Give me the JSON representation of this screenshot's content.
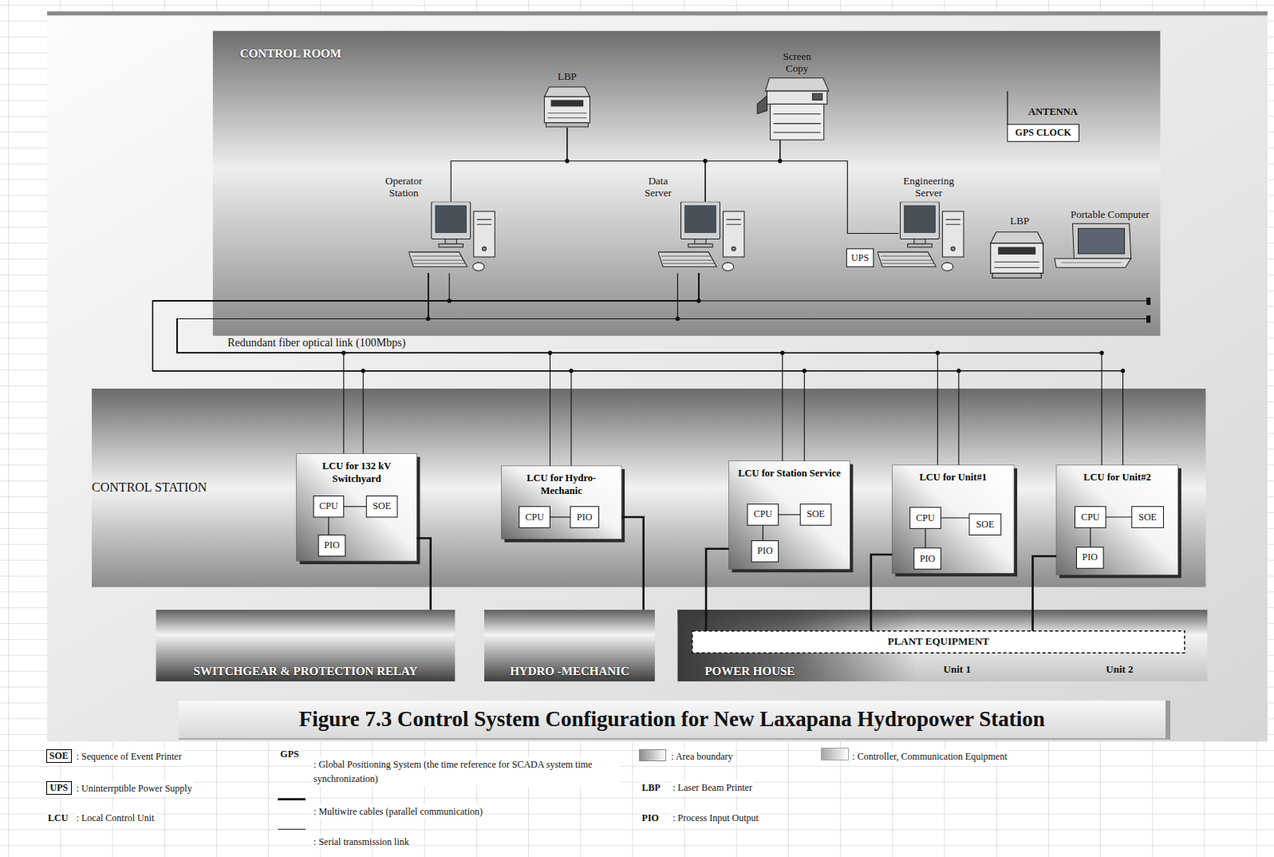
{
  "diagram": {
    "caption": "Figure 7.3 Control System Configuration for New Laxapana Hydropower Station",
    "nodes": [
      {
        "text": [
          "CONTROL ROOM"
        ]
      },
      {
        "text": [
          "LBP"
        ],
        "in": 0
      },
      {
        "text": [
          "Screen Copy"
        ],
        "in": 0
      },
      {
        "text": [
          "ANTENNA",
          "GPS CLOCK"
        ],
        "in": 0
      },
      {
        "text": [
          "Operator Station"
        ],
        "in": 0
      },
      {
        "text": [
          "Data Server"
        ],
        "in": 0
      },
      {
        "text": [
          "Engineering Server"
        ],
        "in": 0
      },
      {
        "text": [
          "UPS"
        ],
        "in": 0
      },
      {
        "text": [
          "LBP"
        ],
        "in": 0
      },
      {
        "text": [
          "Portable Computer"
        ],
        "in": 0
      },
      {
        "text": [
          "CONTROL STATION"
        ]
      },
      {
        "text": [
          "LCU for 132 kV Switchyard"
        ],
        "in": 10
      },
      {
        "text": [
          "CPU"
        ],
        "in": 11
      },
      {
        "text": [
          "SOE"
        ],
        "in": 11
      },
      {
        "text": [
          "PIO"
        ],
        "in": 11
      },
      {
        "text": [
          "LCU for Hydro-Mechanic"
        ],
        "in": 10
      },
      {
        "text": [
          "CPU"
        ],
        "in": 15
      },
      {
        "text": [
          "PIO"
        ],
        "in": 15
      },
      {
        "text": [
          "LCU for Station Service"
        ],
        "in": 10
      },
      {
        "text": [
          "CPU"
        ],
        "in": 18
      },
      {
        "text": [
          "SOE"
        ],
        "in": 18
      },
      {
        "text": [
          "PIO"
        ],
        "in": 18
      },
      {
        "text": [
          "LCU for Unit#1"
        ],
        "in": 10
      },
      {
        "text": [
          "CPU"
        ],
        "in": 22
      },
      {
        "text": [
          "SOE"
        ],
        "in": 22
      },
      {
        "text": [
          "PIO"
        ],
        "in": 22
      },
      {
        "text": [
          "LCU for Unit#2"
        ],
        "in": 10
      },
      {
        "text": [
          "CPU"
        ],
        "in": 26
      },
      {
        "text": [
          "SOE"
        ],
        "in": 26
      },
      {
        "text": [
          "PIO"
        ],
        "in": 26
      },
      {
        "text": [
          "SWITCHGEAR & PROTECTION RELAY"
        ]
      },
      {
        "text": [
          "HYDRO -MECHANIC"
        ]
      },
      {
        "text": [
          "POWER HOUSE"
        ]
      },
      {
        "text": [
          "PLANT EQUIPMENT"
        ],
        "in": 32
      }
    ],
    "edges": [
      {
        "from": 4,
        "to": 1,
        "arrow": "none"
      },
      {
        "from": 1,
        "to": 5,
        "arrow": "none"
      },
      {
        "from": 5,
        "to": 2,
        "arrow": "none"
      },
      {
        "from": 2,
        "to": 6,
        "arrow": "none"
      },
      {
        "from": 4,
        "to": 11,
        "arrow": "none"
      },
      {
        "from": 4,
        "to": 15,
        "arrow": "none"
      },
      {
        "from": 4,
        "to": 18,
        "arrow": "none"
      },
      {
        "from": 4,
        "to": 22,
        "arrow": "none"
      },
      {
        "from": 4,
        "to": 26,
        "arrow": "none"
      },
      {
        "from": 5,
        "to": 11,
        "arrow": "none"
      },
      {
        "from": 5,
        "to": 15,
        "arrow": "none"
      },
      {
        "from": 5,
        "to": 18,
        "arrow": "none"
      },
      {
        "from": 5,
        "to": 22,
        "arrow": "none"
      },
      {
        "from": 5,
        "to": 26,
        "arrow": "none"
      },
      {
        "from": 12,
        "to": 13,
        "arrow": "none"
      },
      {
        "from": 12,
        "to": 14,
        "arrow": "none"
      },
      {
        "from": 16,
        "to": 17,
        "arrow": "none"
      },
      {
        "from": 19,
        "to": 20,
        "arrow": "none"
      },
      {
        "from": 19,
        "to": 21,
        "arrow": "none"
      },
      {
        "from": 23,
        "to": 24,
        "arrow": "none"
      },
      {
        "from": 23,
        "to": 25,
        "arrow": "none"
      },
      {
        "from": 27,
        "to": 28,
        "arrow": "none"
      },
      {
        "from": 27,
        "to": 29,
        "arrow": "none"
      },
      {
        "from": 11,
        "to": 30,
        "arrow": "none"
      },
      {
        "from": 15,
        "to": 31,
        "arrow": "none"
      },
      {
        "from": 18,
        "to": 33,
        "arrow": "none"
      },
      {
        "from": 22,
        "to": 33,
        "arrow": "none"
      },
      {
        "from": 26,
        "to": 33,
        "arrow": "none"
      }
    ],
    "labels": [
      "Redundant fiber optical link (100Mbps)",
      "Unit 1",
      "Unit 2",
      "SOE",
      "UPS",
      "LCU",
      "GPS",
      "LBP",
      "PIO"
    ],
    "legend": [
      {
        "text": ": Sequence of Event Printer"
      },
      {
        "text": ": Uninterrptible Power Supply"
      },
      {
        "text": ": Local Control Unit"
      },
      {
        "text": ": Global Positioning System (the time reference for SCADA system time synchronization)"
      },
      {
        "text": ": Multiwire cables (parallel communication)"
      },
      {
        "text": ": Serial transmission link"
      },
      {
        "text": ": Area boundary",
        "color": "#8c8c8c"
      },
      {
        "text": ": Laser Beam Printer"
      },
      {
        "text": ": Process Input Output"
      },
      {
        "text": ": Controller, Communication Equipment",
        "color": "#a6a6a6"
      }
    ]
  }
}
